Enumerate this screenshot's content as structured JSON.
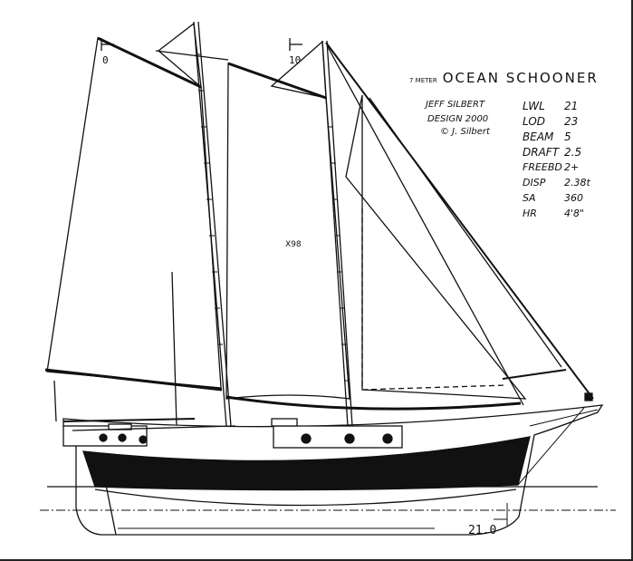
{
  "drawing": {
    "title_prefix": "7 METER",
    "title": "OCEAN SCHOONER",
    "designer": "JEFF SILBERT",
    "design_year": "DESIGN 2000",
    "signature": "© J. Silbert",
    "station_marks": [
      "0",
      "10"
    ],
    "sail_number": "X98",
    "waterline_dimension": "21.0",
    "specs": [
      {
        "label": "LWL",
        "value": "21"
      },
      {
        "label": "LOD",
        "value": "23"
      },
      {
        "label": "BEAM",
        "value": "5"
      },
      {
        "label": "DRAFT",
        "value": "2.5"
      },
      {
        "label": "FREEBD",
        "value": "2+"
      },
      {
        "label": "DISP",
        "value": "2.38t"
      },
      {
        "label": "SA",
        "value": "360"
      },
      {
        "label": "HR",
        "value": "4'8\""
      }
    ]
  }
}
